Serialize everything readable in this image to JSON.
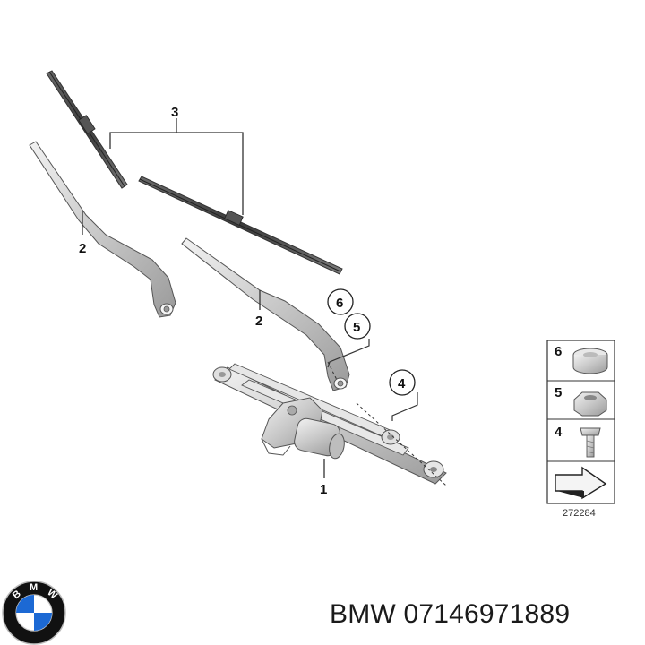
{
  "callouts": {
    "motor_assembly": "1",
    "arm_left": "2",
    "arm_right": "2",
    "blades": "3",
    "bolt": "4",
    "nut": "5",
    "cap": "6"
  },
  "legend": {
    "cap": "6",
    "nut": "5",
    "bolt": "4"
  },
  "diagram_id": "272284",
  "caption": {
    "brand": "BMW",
    "part_number": "07146971889"
  },
  "logo_letters": [
    "B",
    "M",
    "W"
  ],
  "colors": {
    "line": "#555555",
    "part_fill": "#dcdcdc",
    "part_dark": "#8a8a8a",
    "logo_blue": "#1c69d4",
    "logo_ring": "#111111"
  }
}
